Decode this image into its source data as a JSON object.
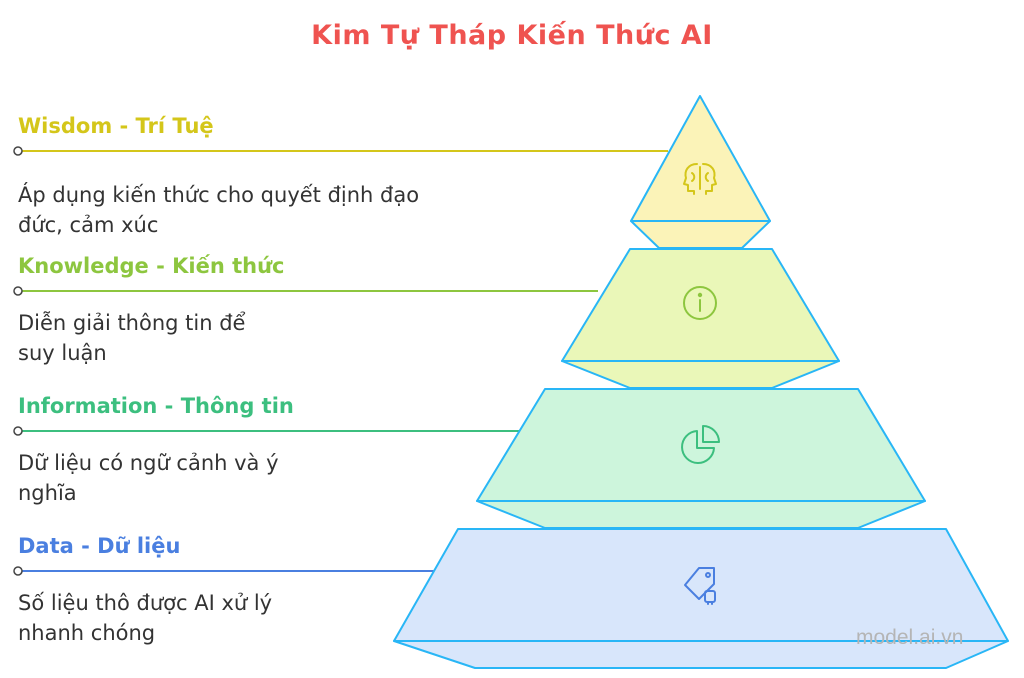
{
  "title": "Kim Tự Tháp Kiến Thức AI",
  "levels": [
    {
      "title": "Wisdom - Trí Tuệ",
      "description": "Áp dụng kiến thức cho quyết định đạo đức, cảm xúc",
      "color": "#d4c61a",
      "fill": "#fbf3b8",
      "icon": "brain-head-icon"
    },
    {
      "title": "Knowledge - Kiến thức",
      "description": "Diễn giải thông tin để suy luận",
      "color": "#8dc63f",
      "fill": "#eaf7b8",
      "icon": "info-circle-icon"
    },
    {
      "title": "Information - Thông tin",
      "description": "Dữ liệu có ngữ cảnh và ý nghĩa",
      "color": "#3cbf7f",
      "fill": "#cdf5dc",
      "icon": "pie-chart-icon"
    },
    {
      "title": "Data - Dữ liệu",
      "description": "Số liệu thô được AI xử lý nhanh chóng",
      "color": "#4a7fe0",
      "fill": "#d8e6fb",
      "icon": "tag-plug-icon"
    }
  ],
  "colors": {
    "title": "#ef5350",
    "outline": "#29b6f6",
    "text": "#333333"
  },
  "watermark": "model.ai.vn"
}
